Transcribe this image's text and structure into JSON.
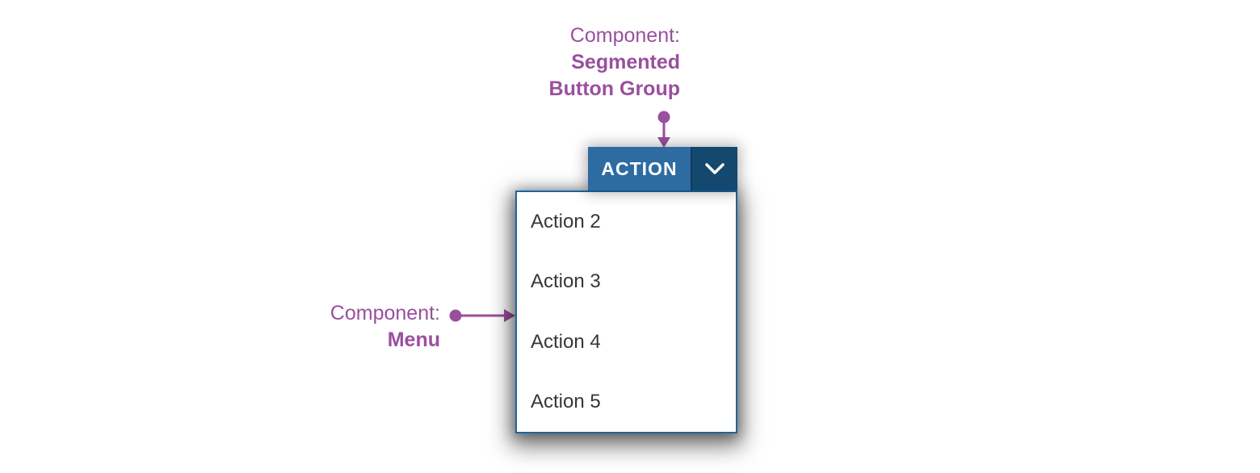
{
  "annotations": {
    "accent_color": "#9a4f9e",
    "segmented_button_group": {
      "line1": "Component:",
      "line2": "Segmented",
      "line3": "Button Group"
    },
    "menu": {
      "line1": "Component:",
      "line2": "Menu"
    }
  },
  "button_group": {
    "action_label": "ACTION",
    "toggle_icon": "chevron-down-icon",
    "primary_color": "#2d6ba1",
    "toggle_color": "#14486f",
    "divider_color": "#12395c",
    "label_color": "#ffffff"
  },
  "menu": {
    "border_color": "#1966a2",
    "text_color": "#363636",
    "items": [
      "Action 2",
      "Action 3",
      "Action 4",
      "Action 5"
    ]
  }
}
